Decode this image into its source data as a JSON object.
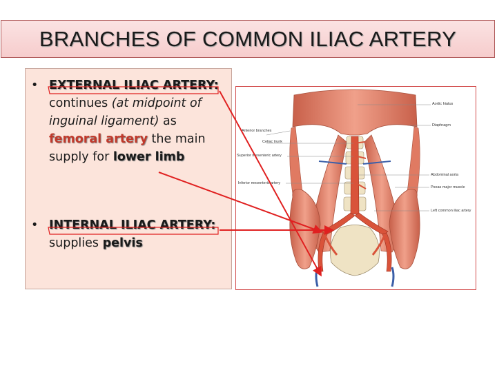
{
  "title": "BRANCHES OF COMMON ILIAC ARTERY",
  "bullets": {
    "b1": {
      "dot": "•",
      "head": "EXTERNAL ILIAC ARTERY:",
      "t1": " continues ",
      "t2": "(at midpoint of inguinal ligament)",
      "t3": " as ",
      "red": "femoral artery",
      "t4": " the main supply for ",
      "bold": "lower limb"
    },
    "b2": {
      "dot": "•",
      "head": "INTERNAL ILIAC ARTERY:",
      "t1": " supplies ",
      "bold": "pelvis"
    }
  },
  "anatomy_labels": {
    "anterior_branches": "Anterior branches",
    "celiac_trunk": "Celiac trunk",
    "superior_mesenteric": "Superior mesenteric artery",
    "inferior_mesenteric": "Inferior mesenteric artery",
    "aortic_hiatus": "Aortic hiatus",
    "diaphragm": "Diaphragm",
    "abdominal_aorta": "Abdominal aorta",
    "psoas_major": "Psoas major muscle",
    "left_common_iliac": "Left common iliac artery"
  },
  "colors": {
    "arrow": "#e02020",
    "muscle": "#e8836a",
    "artery": "#d9533a",
    "bone": "#efe3c4",
    "panel_bg": "#fce4db",
    "title_bg": "#f8d6d6"
  }
}
